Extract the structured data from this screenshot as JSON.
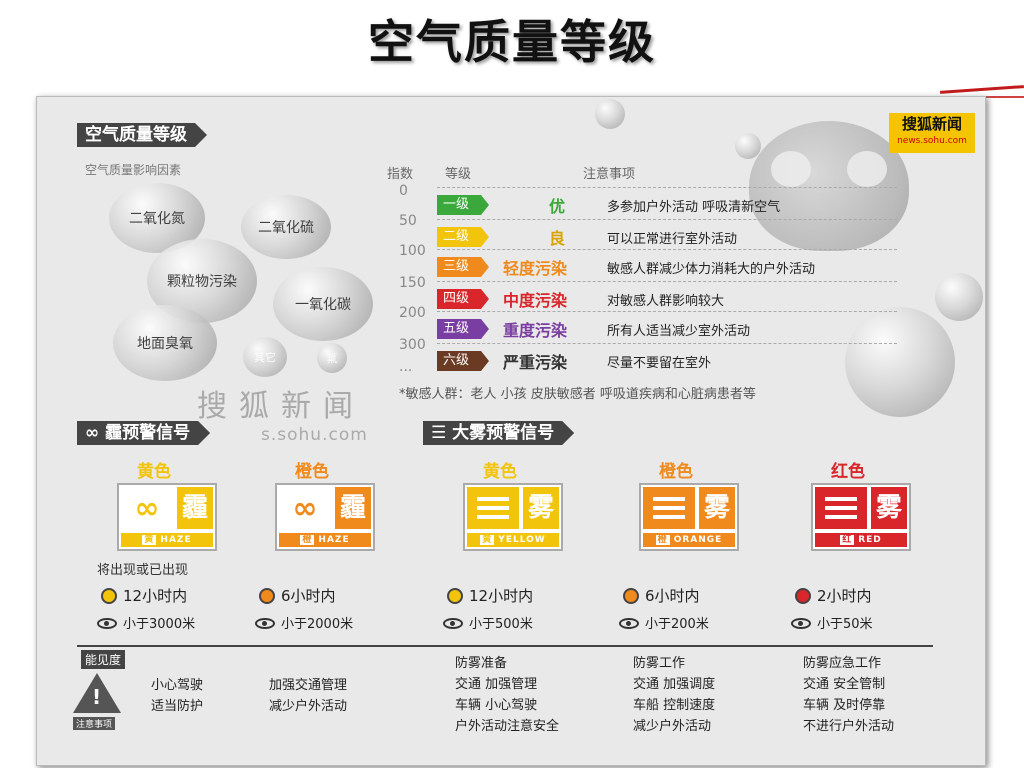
{
  "slide_title": "空气质量等级",
  "infographic": {
    "section_title": "空气质量等级",
    "factors_label": "空气质量影响因素",
    "logo": {
      "main": "搜狐新闻",
      "sub": "news.sohu.com"
    },
    "watermark": "搜狐新闻",
    "watermark_url": "s.sohu.com",
    "factors": [
      "二氧化氮",
      "二氧化硫",
      "颗粒物污染",
      "一氧化碳",
      "地面臭氧",
      "其它",
      "氟"
    ],
    "table_headers": {
      "index": "指数",
      "level": "等级",
      "notes": "注意事项"
    },
    "index_ticks": [
      "0",
      "50",
      "100",
      "150",
      "200",
      "300",
      "..."
    ],
    "levels": [
      {
        "tag": "一级",
        "name": "优",
        "note": "多参加户外活动 呼吸清新空气",
        "color": "#3aa83a",
        "text_color": "#3aa83a"
      },
      {
        "tag": "二级",
        "name": "良",
        "note": "可以正常进行室外活动",
        "color": "#f2c40c",
        "text_color": "#d9a400"
      },
      {
        "tag": "三级",
        "name": "轻度污染",
        "note": "敏感人群减少体力消耗大的户外活动",
        "color": "#f08a1c",
        "text_color": "#f08a1c"
      },
      {
        "tag": "四级",
        "name": "中度污染",
        "note": "对敏感人群影响较大",
        "color": "#d8262a",
        "text_color": "#d8262a"
      },
      {
        "tag": "五级",
        "name": "重度污染",
        "note": "所有人适当减少室外活动",
        "color": "#7a3ea3",
        "text_color": "#7a3ea3"
      },
      {
        "tag": "六级",
        "name": "严重污染",
        "note": "尽量不要留在室外",
        "color": "#6b3a22",
        "text_color": "#333333"
      }
    ],
    "sensitive_note": "*敏感人群：老人 小孩 皮肤敏感者 呼吸道疾病和心脏病患者等"
  },
  "haze": {
    "title": "∞ 霾预警信号",
    "signals": [
      {
        "color_name": "黄色",
        "char": "霾",
        "badge": "黄",
        "label": "HAZE",
        "accent": "#f2c40c",
        "time": "12小时内",
        "visibility": "小于3000米"
      },
      {
        "color_name": "橙色",
        "char": "霾",
        "badge": "橙",
        "label": "HAZE",
        "accent": "#f08a1c",
        "time": "6小时内",
        "visibility": "小于2000米"
      }
    ],
    "appear_note": "将出现或已出现",
    "notes_label": "注意事项",
    "notes_col1": [
      "小心驾驶",
      "适当防护"
    ],
    "notes_col2": [
      "加强交通管理",
      "减少户外活动"
    ]
  },
  "fog": {
    "title": "☰ 大雾预警信号",
    "signals": [
      {
        "color_name": "黄色",
        "char": "雾",
        "badge": "黄",
        "label": "YELLOW",
        "accent": "#f2c40c",
        "time": "12小时内",
        "visibility": "小于500米",
        "notes": [
          "防雾准备",
          "交通 加强管理",
          "车辆 小心驾驶",
          "户外活动注意安全"
        ]
      },
      {
        "color_name": "橙色",
        "char": "雾",
        "badge": "橙",
        "label": "ORANGE",
        "accent": "#f08a1c",
        "time": "6小时内",
        "visibility": "小于200米",
        "notes": [
          "防雾工作",
          "交通 加强调度",
          "车船 控制速度",
          "减少户外活动"
        ]
      },
      {
        "color_name": "红色",
        "char": "雾",
        "badge": "红",
        "label": "RED",
        "accent": "#d8262a",
        "time": "2小时内",
        "visibility": "小于50米",
        "notes": [
          "防雾应急工作",
          "交通 安全管制",
          "车辆 及时停靠",
          "不进行户外活动"
        ]
      }
    ]
  },
  "visibility_label": "能见度"
}
